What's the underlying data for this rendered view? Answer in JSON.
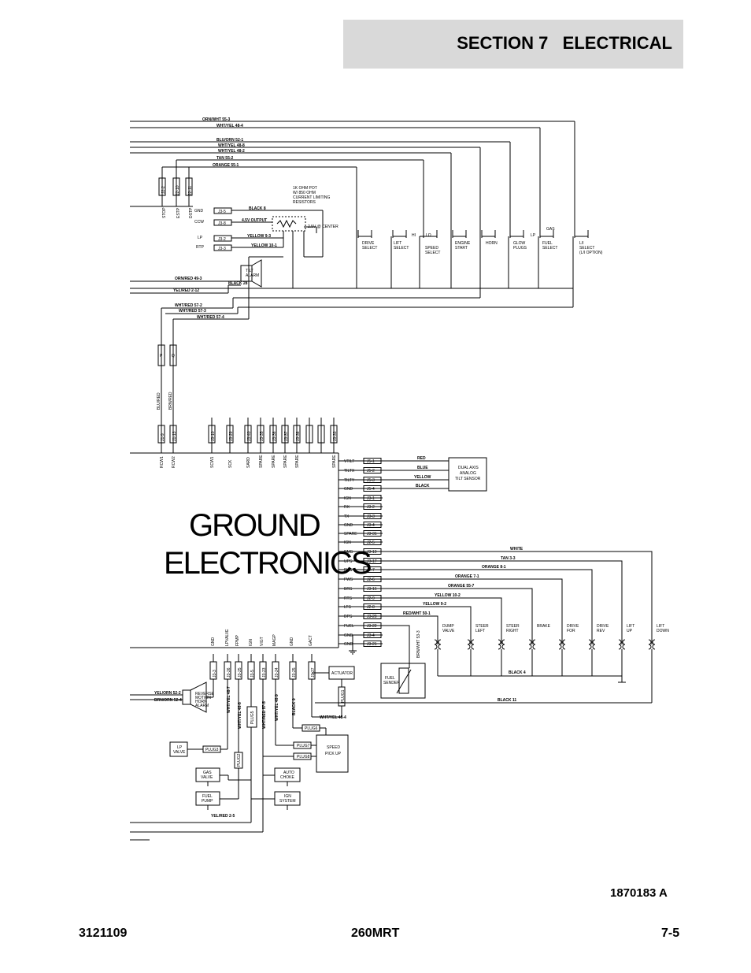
{
  "header": {
    "section_label": "SECTION 7",
    "section_title": "ELECTRICAL"
  },
  "drawing_number": "1870183 A",
  "footer": {
    "left": "3121109",
    "center": "260MRT",
    "right": "7-5"
  },
  "module": {
    "title_line1": "GROUND",
    "title_line2": "ELECTRONICS"
  },
  "top_wires": [
    {
      "label": "ORN/WHT 55-3"
    },
    {
      "label": "WHT/YEL 48-4"
    },
    {
      "label": "BLU/ORN 52-1"
    },
    {
      "label": "WHT/YEL 48-8"
    },
    {
      "label": "WHT/YEL 48-2"
    },
    {
      "label": "TAN 55-2"
    },
    {
      "label": "ORANGE 55-1"
    }
  ],
  "top_connectors": [
    "J2-2",
    "J2-10",
    "J2-11"
  ],
  "top_pin_labels": [
    "STOP",
    "ESTP",
    "DSTP"
  ],
  "tilt_pins": [
    {
      "pin": "GND",
      "conn": "J3-5"
    },
    {
      "pin": "CCW",
      "conn": "J3-8"
    },
    {
      "pin": "LP",
      "conn": "J3-2"
    },
    {
      "pin": "RTP",
      "conn": "J3-3"
    }
  ],
  "tilt_wires": [
    {
      "label": "BLACK 8"
    },
    {
      "label": "4.5V OUTPUT"
    },
    {
      "label": "YELLOW 9-3"
    },
    {
      "label": "YELLOW 10-1"
    }
  ],
  "resistor_note": [
    "1K OHM POT",
    "W/ 850 OHM",
    "CURRENT LIMITING",
    "RESISTORS"
  ],
  "center_note": "2.5V @ CENTER",
  "switches": [
    {
      "label": "DRIVE",
      "label2": "SELECT"
    },
    {
      "label": "LIFT",
      "label2": "SELECT"
    },
    {
      "label": "SPEED",
      "label2": "SELECT"
    },
    {
      "label": "ENGINE",
      "label2": "START"
    },
    {
      "label": "HORN",
      "label2": ""
    },
    {
      "label": "GLOW",
      "label2": "PLUGS"
    },
    {
      "label": "FUEL",
      "label2": "SELECT"
    },
    {
      "label": "L/I",
      "label2": "SELECT"
    }
  ],
  "lu_option": "(L/I OPTION)",
  "switch_marks": {
    "hi": "HI",
    "lo": "LO",
    "lp": "LP",
    "gas": "GAS"
  },
  "tilt_alarm": [
    "TILT",
    "ALARM"
  ],
  "mid_wires": [
    {
      "label": "ORN/RED 49-3"
    },
    {
      "label": "BLACK 28"
    },
    {
      "label": "YEL/RED 2-12"
    },
    {
      "label": "WHT/RED 57-2"
    },
    {
      "label": "WHT/RED 57-3"
    },
    {
      "label": "WHT/RED 57-4"
    }
  ],
  "mid_connectors": [
    "P",
    "Q"
  ],
  "mid_vertical_labels": [
    "BLU/RED",
    "BRN/RED"
  ],
  "module_top_connectors": [
    "J1-9",
    "J1-13",
    "J3-10",
    "J3-29",
    "J3-40",
    "J3-35",
    "J3-36",
    "J3-37",
    "J3-38",
    "J3-33"
  ],
  "module_top_pins": [
    "RCW1",
    "RCW2",
    "SCW1",
    "SCK",
    "SARD",
    "SPARE",
    "SPARE",
    "SPARE",
    "SPARE",
    "SPARE"
  ],
  "module_right_pins": [
    {
      "pin": "VTILT",
      "conn": "J5-1"
    },
    {
      "pin": "TILTX",
      "conn": "J5-2"
    },
    {
      "pin": "TILTY",
      "conn": "J5-3"
    },
    {
      "pin": "GND",
      "conn": "J5-4"
    },
    {
      "pin": "IGN",
      "conn": "J3-1"
    },
    {
      "pin": "RX",
      "conn": "J3-2"
    },
    {
      "pin": "TX",
      "conn": "J3-3"
    },
    {
      "pin": "GND",
      "conn": "J3-4"
    },
    {
      "pin": "SPARE",
      "conn": "J3-31"
    },
    {
      "pin": "IGN",
      "conn": "J2-5"
    },
    {
      "pin": "DMS",
      "conn": "J3-19"
    },
    {
      "pin": "UPS",
      "conn": "J3-17"
    },
    {
      "pin": "RVS",
      "conn": "J2-7"
    },
    {
      "pin": "FWS",
      "conn": "J2-6"
    },
    {
      "pin": "BRS",
      "conn": "J3-16"
    },
    {
      "pin": "RTS",
      "conn": "J2-9"
    },
    {
      "pin": "LTS",
      "conn": "J2-8"
    },
    {
      "pin": "DPS",
      "conn": "J3-20"
    },
    {
      "pin": "FUEL",
      "conn": "J3-22"
    },
    {
      "pin": "GND",
      "conn": "J3-4"
    },
    {
      "pin": "GND",
      "conn": "J3-21"
    }
  ],
  "tilt_sensor_wires": [
    "RED",
    "BLUE",
    "YELLOW",
    "BLACK"
  ],
  "tilt_sensor": [
    "DUAL AXIS",
    "ANALOG",
    "TILT SENSOR"
  ],
  "valve_wires": [
    {
      "label": "WHITE"
    },
    {
      "label": "TAN 3-3"
    },
    {
      "label": "ORANGE 8-1"
    },
    {
      "label": "ORANGE 7-1"
    },
    {
      "label": "ORANGE 55-7"
    },
    {
      "label": "YELLOW 10-2"
    },
    {
      "label": "YELLOW 9-2"
    },
    {
      "label": "RED/WHT 50-1"
    }
  ],
  "fuel_wire": "BRN/WHT 53-3",
  "valves": [
    {
      "l1": "DUMP",
      "l2": "VALVE"
    },
    {
      "l1": "STEER",
      "l2": "LEFT"
    },
    {
      "l1": "STEER",
      "l2": "RIGHT"
    },
    {
      "l1": "BRAKE",
      "l2": ""
    },
    {
      "l1": "DRIVE",
      "l2": "FOR"
    },
    {
      "l1": "DRIVE",
      "l2": "REV"
    },
    {
      "l1": "LIFT",
      "l2": "UP"
    },
    {
      "l1": "LIFT",
      "l2": "DOWN"
    }
  ],
  "black4": "BLACK 4",
  "black11": "BLACK 11",
  "fuel_sender": [
    "FUEL",
    "SENDER"
  ],
  "actuator": "ACTUATOR",
  "module_bottom_pins": [
    "GND",
    "LPVALVE",
    "FPMP",
    "IGN",
    "VIGT",
    "MAGP",
    "GND",
    "GACT"
  ],
  "module_bottom_connectors": [
    "J3-3",
    "J3-26",
    "J3-25",
    "J3-5",
    "J3-23",
    "J3-24",
    "J3-25",
    "J3-27"
  ],
  "bottom_wires": [
    {
      "label": "WHT/YEL 48-7"
    },
    {
      "label": "WHT/YEL 48-6"
    },
    {
      "label": "WHT/RED 57-5"
    },
    {
      "label": "WHT/YEL 48-9"
    },
    {
      "label": "BLACK 9"
    },
    {
      "label": "WHT/YEL 48-4"
    },
    {
      "label": "YEL/RED 2-5"
    }
  ],
  "horn_wires": [
    "YEL/ORN 52-2",
    "BRN/ORN 52-4"
  ],
  "horn_label": [
    "REVERSE",
    "MOTION",
    "HORN",
    "ALARM"
  ],
  "plugs": [
    "PLUG3",
    "PLUG2",
    "PLUG4",
    "PLUG5",
    "PLUG6",
    "PLUG7",
    "PLUG8",
    "PLUG1"
  ],
  "bottom_boxes": [
    {
      "l1": "LP",
      "l2": "VALVE"
    },
    {
      "l1": "GAS",
      "l2": "VALVE"
    },
    {
      "l1": "FUEL",
      "l2": "PUMP"
    },
    {
      "l1": "AUTO",
      "l2": "CHOKE"
    },
    {
      "l1": "IGN",
      "l2": "SYSTEM"
    },
    {
      "l1": "SPEED",
      "l2": "PICK UP"
    }
  ]
}
